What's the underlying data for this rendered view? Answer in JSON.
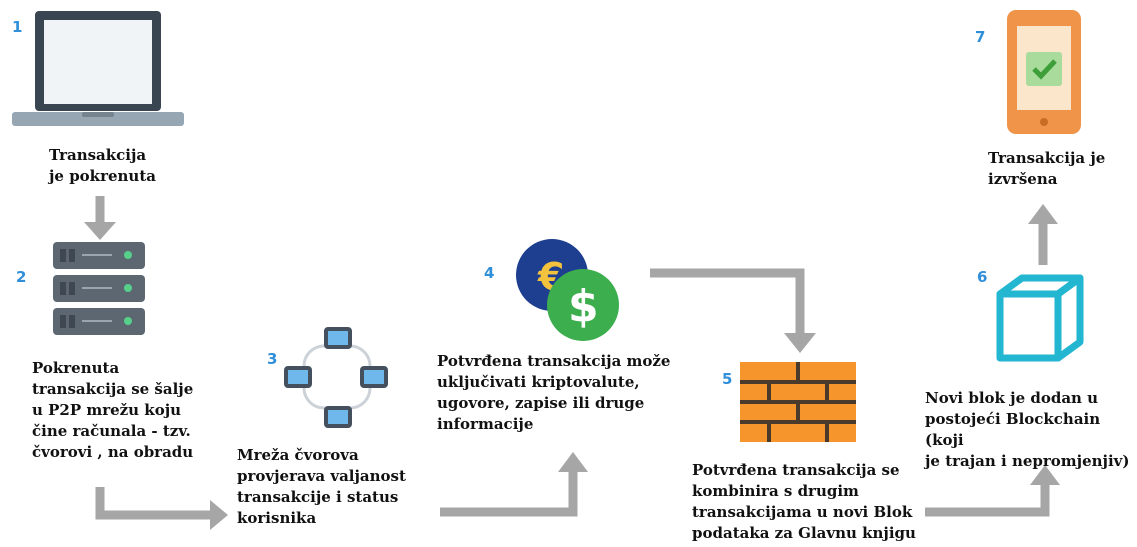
{
  "steps": [
    {
      "number": "1",
      "caption": "Transakcija\nje pokrenuta"
    },
    {
      "number": "2",
      "caption": "Pokrenuta\ntransakcija se šalje\nu P2P mrežu koju\nčine računala - tzv.\nčvorovi  , na obradu"
    },
    {
      "number": "3",
      "caption": "Mreža čvorova\nprovjerava valjanost\ntransakcije i status\nkorisnika"
    },
    {
      "number": "4",
      "caption": "Potvrđena transakcija može\nuključivati kriptovalute,\nugovore, zapise ili druge\ninformacije"
    },
    {
      "number": "5",
      "caption": "Potvrđena transakcija se\nkombinira s drugim\ntransakcijama u novi Blok\npodataka za Glavnu knjigu"
    },
    {
      "number": "6",
      "caption": "Novi blok je dodan u\npostojeći Blockchain (koji\nje trajan i nepromjenjiv)"
    },
    {
      "number": "7",
      "caption": "Transakcija je\nizvršena"
    }
  ],
  "icons": {
    "step1": "laptop-icon",
    "step2": "server-icon",
    "step3": "network-nodes-icon",
    "step4": "currency-coins-icon",
    "step5": "brick-wall-icon",
    "step6": "cube-block-icon",
    "step7": "smartphone-check-icon"
  },
  "colors": {
    "number": "#2f8fd8",
    "arrow": "#a6a6a6",
    "euro_coin": "#1e3e8f",
    "dollar_coin": "#3cae4e",
    "bricks": "#f5952b",
    "cube": "#22b6d0",
    "phone": "#f0944a",
    "check": "#4caf50"
  }
}
